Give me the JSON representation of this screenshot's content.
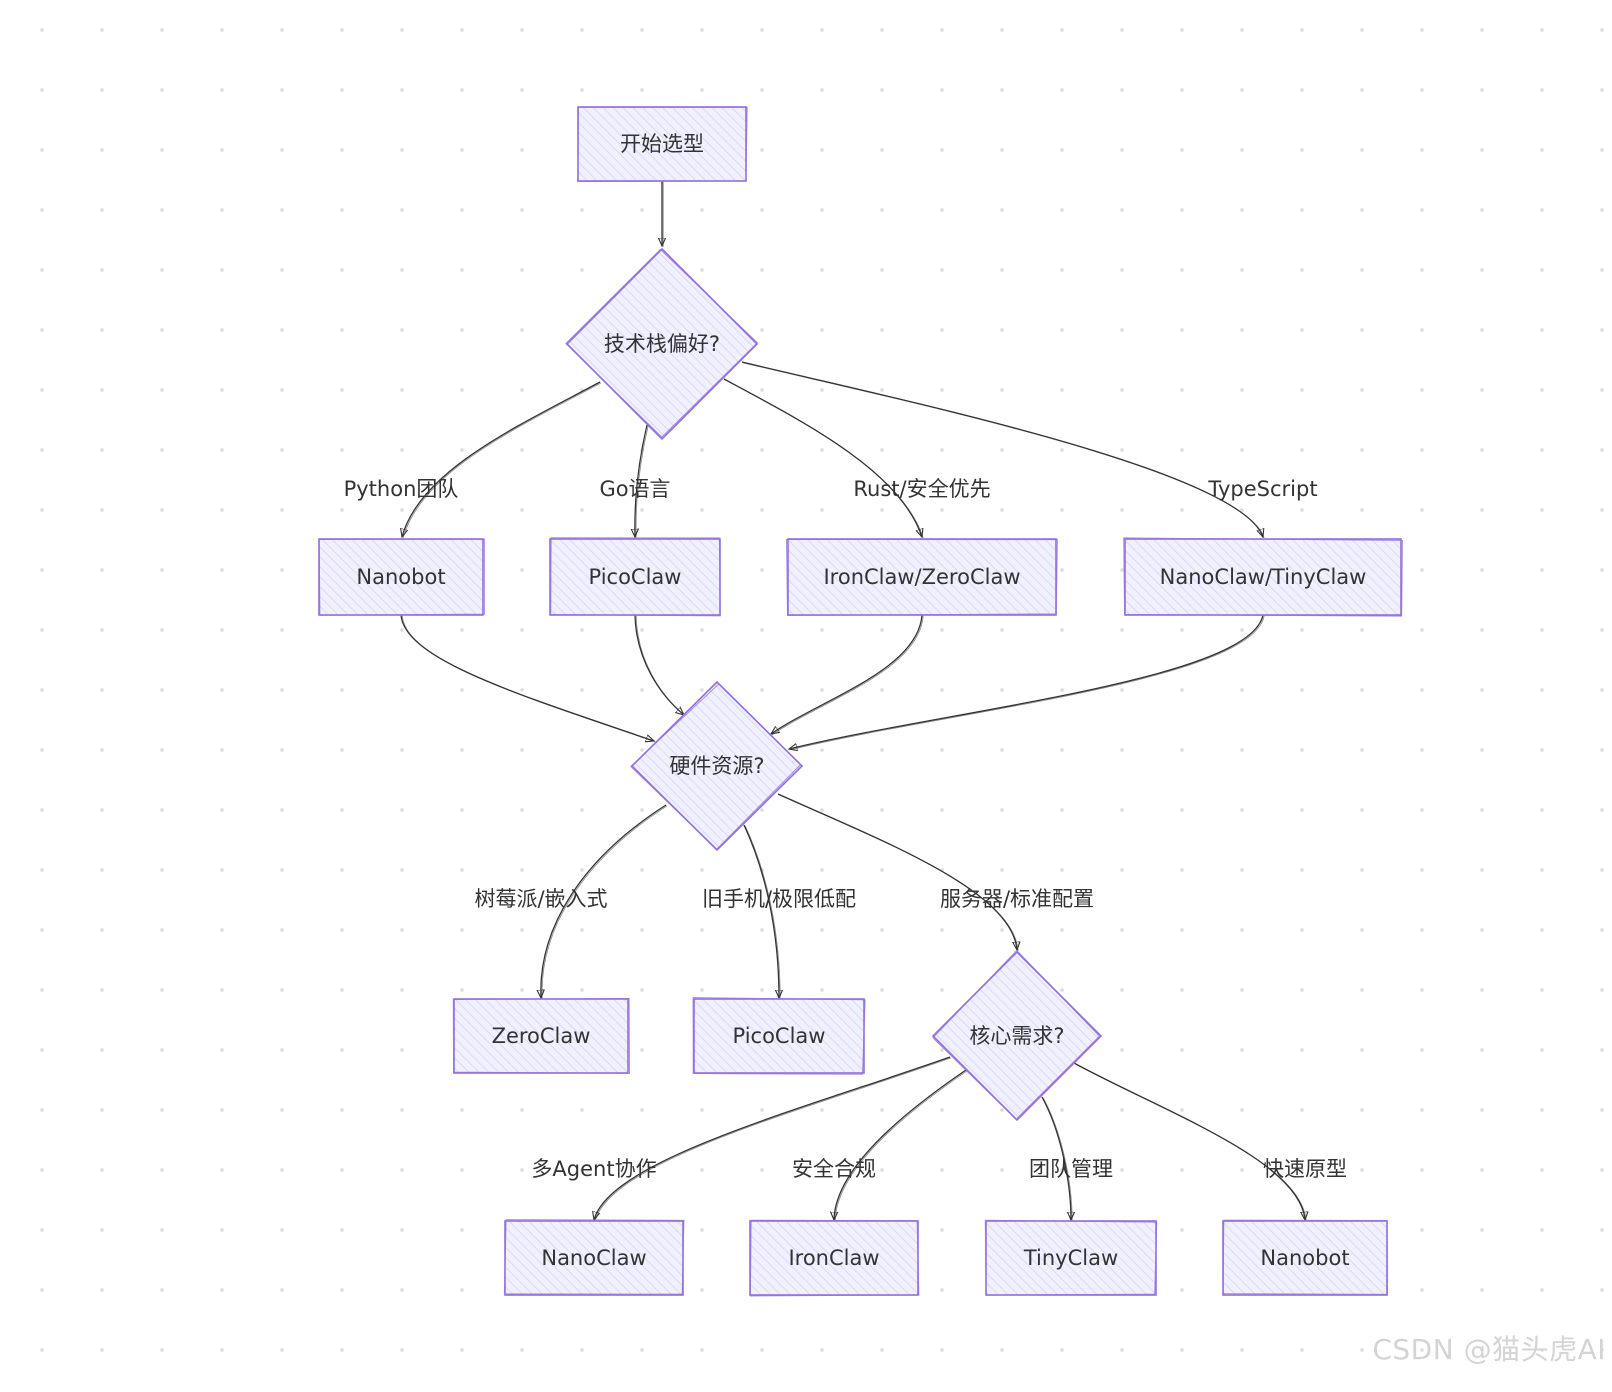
{
  "nodes": [
    {
      "id": "start",
      "shape": "rect",
      "label": "开始选型"
    },
    {
      "id": "tech",
      "shape": "diamond",
      "label": "技术栈偏好?"
    },
    {
      "id": "nanobot1",
      "shape": "rect",
      "label": "Nanobot"
    },
    {
      "id": "picoclaw1",
      "shape": "rect",
      "label": "PicoClaw"
    },
    {
      "id": "ironzero",
      "shape": "rect",
      "label": "IronClaw/ZeroClaw"
    },
    {
      "id": "nanotiny",
      "shape": "rect",
      "label": "NanoClaw/TinyClaw"
    },
    {
      "id": "hardware",
      "shape": "diamond",
      "label": "硬件资源?"
    },
    {
      "id": "zeroclaw",
      "shape": "rect",
      "label": "ZeroClaw"
    },
    {
      "id": "picoclaw2",
      "shape": "rect",
      "label": "PicoClaw"
    },
    {
      "id": "core",
      "shape": "diamond",
      "label": "核心需求?"
    },
    {
      "id": "nanoclaw",
      "shape": "rect",
      "label": "NanoClaw"
    },
    {
      "id": "ironclaw",
      "shape": "rect",
      "label": "IronClaw"
    },
    {
      "id": "tinyclaw",
      "shape": "rect",
      "label": "TinyClaw"
    },
    {
      "id": "nanobot2",
      "shape": "rect",
      "label": "Nanobot"
    }
  ],
  "edges": [
    {
      "from": "start",
      "to": "tech",
      "label": ""
    },
    {
      "from": "tech",
      "to": "nanobot1",
      "label": "Python团队"
    },
    {
      "from": "tech",
      "to": "picoclaw1",
      "label": "Go语言"
    },
    {
      "from": "tech",
      "to": "ironzero",
      "label": "Rust/安全优先"
    },
    {
      "from": "tech",
      "to": "nanotiny",
      "label": "TypeScript"
    },
    {
      "from": "nanobot1",
      "to": "hardware",
      "label": ""
    },
    {
      "from": "picoclaw1",
      "to": "hardware",
      "label": ""
    },
    {
      "from": "ironzero",
      "to": "hardware",
      "label": ""
    },
    {
      "from": "nanotiny",
      "to": "hardware",
      "label": ""
    },
    {
      "from": "hardware",
      "to": "zeroclaw",
      "label": "树莓派/嵌入式"
    },
    {
      "from": "hardware",
      "to": "picoclaw2",
      "label": "旧手机/极限低配"
    },
    {
      "from": "hardware",
      "to": "core",
      "label": "服务器/标准配置"
    },
    {
      "from": "core",
      "to": "nanoclaw",
      "label": "多Agent协作"
    },
    {
      "from": "core",
      "to": "ironclaw",
      "label": "安全合规"
    },
    {
      "from": "core",
      "to": "tinyclaw",
      "label": "团队管理"
    },
    {
      "from": "core",
      "to": "nanobot2",
      "label": "快速原型"
    }
  ],
  "watermark": "CSDN @猫头虎AI",
  "colors": {
    "node_fill": "#ececff",
    "node_stroke": "#9370db",
    "edge": "#333333",
    "text": "#333333"
  }
}
